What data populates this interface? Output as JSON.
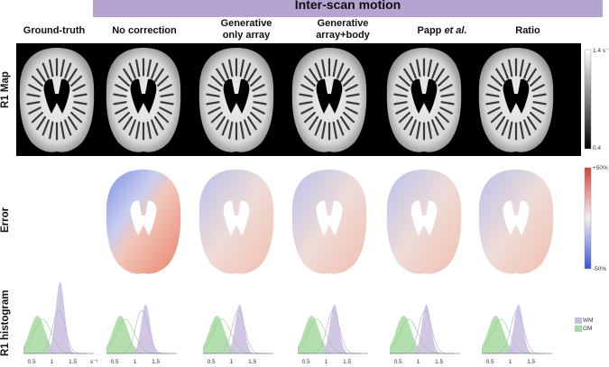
{
  "header": {
    "group_title": "Inter-scan motion"
  },
  "columns": [
    {
      "label": "Ground-truth"
    },
    {
      "label": "No correction"
    },
    {
      "label": "Generative\nonly array"
    },
    {
      "label": "Generative\narray+body"
    },
    {
      "label": "Papp et al."
    },
    {
      "label": "Ratio"
    }
  ],
  "rows": {
    "r1_map": "R1 Map",
    "error": "Error",
    "histogram": "R1 histogram"
  },
  "colorbars": {
    "r1": {
      "max": "1.4 s⁻¹",
      "min": "0.4"
    },
    "error": {
      "max": "+50%",
      "min": "-50%"
    }
  },
  "histogram": {
    "tick_labels": [
      "0.5",
      "1",
      "1.5"
    ],
    "unit": "s⁻¹",
    "legend": [
      {
        "name": "WM",
        "color": "#c9bde0"
      },
      {
        "name": "GM",
        "color": "#a6d9a0"
      }
    ]
  },
  "colors": {
    "banner": "#b4a4d0",
    "error_pos": "#d7433a",
    "error_neg": "#3a52d7"
  }
}
